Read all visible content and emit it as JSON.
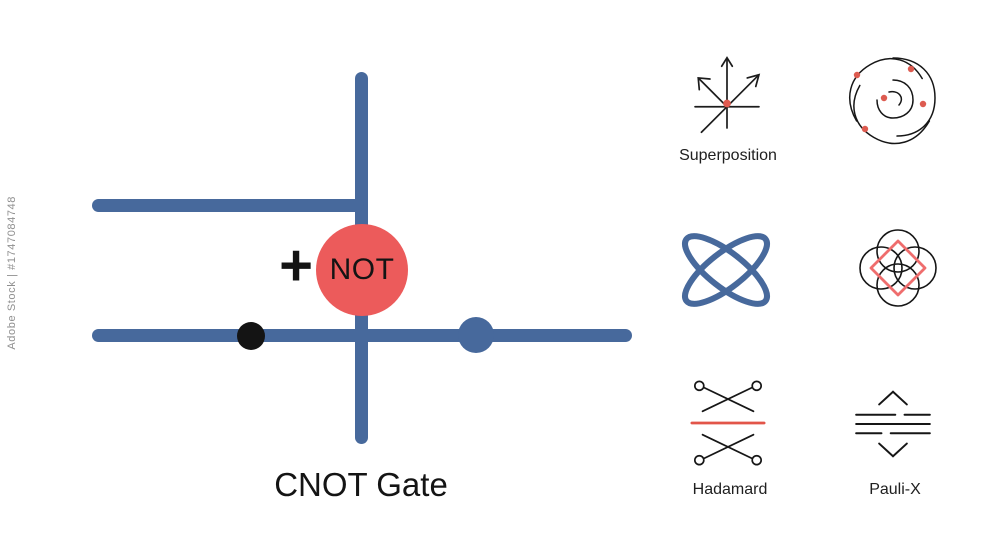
{
  "watermark": {
    "text": "Adobe Stock | #1747084748"
  },
  "diagram": {
    "title": "CNOT Gate",
    "gate_label": "NOT",
    "plus_sign": "+",
    "colors": {
      "wire_blue": "#47699C",
      "gate_red": "#EC5B5B",
      "dot_black": "#141414",
      "accent_red": "#E0594E"
    }
  },
  "icon_grid": {
    "items": [
      {
        "icon": "superposition-icon",
        "label": "Superposition"
      },
      {
        "icon": "vortex-icon",
        "label": ""
      },
      {
        "icon": "crossed-orbits-icon",
        "label": ""
      },
      {
        "icon": "flower-diamond-icon",
        "label": ""
      },
      {
        "icon": "hadamard-icon",
        "label": "Hadamard"
      },
      {
        "icon": "pauli-x-icon",
        "label": "Pauli-X"
      }
    ]
  }
}
